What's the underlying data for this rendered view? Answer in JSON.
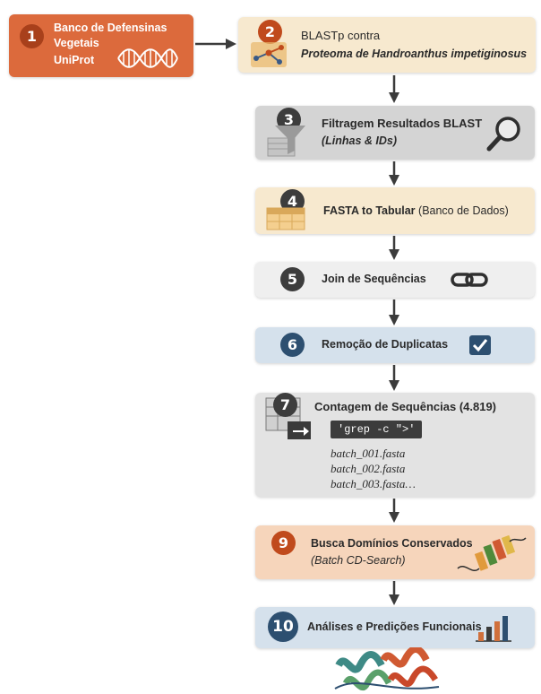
{
  "steps": {
    "s1": {
      "number": "1",
      "line1": "Banco de Defensinas",
      "line2": "Vegetais",
      "line3": "UniProt"
    },
    "s2": {
      "number": "2",
      "line1": "BLASTp contra",
      "line2": "Proteoma de Handroanthus impetiginosus"
    },
    "s3": {
      "number": "3",
      "line1": "Filtragem Resultados BLAST",
      "line2": "(Linhas & IDs)"
    },
    "s4": {
      "number": "4",
      "title": "FASTA to Tabular",
      "subtitle": "(Banco de Dados)"
    },
    "s5": {
      "number": "5",
      "title": "Join de Sequências"
    },
    "s6": {
      "number": "6",
      "title": "Remoção de Duplicatas"
    },
    "s7": {
      "number": "7",
      "title": "Contagem de Sequências (4.819)",
      "command": "'grep -c \">'",
      "files": [
        "batch_001.fasta",
        "batch_002.fasta",
        "batch_003.fasta…"
      ]
    },
    "s9": {
      "number": "9",
      "line1": "Busca Domínios Conservados",
      "line2": "(Batch CD-Search)"
    },
    "s10": {
      "number": "10",
      "title": "Análises e Predições Funcionais"
    }
  },
  "icons": [
    "dna-icon",
    "network-icon",
    "funnel-icon",
    "magnifier-icon",
    "table-icon",
    "link-icon",
    "checkbox-icon",
    "stack-icon",
    "protein-icon",
    "bar-chart-icon",
    "protein-structure-icon"
  ],
  "colors": {
    "orange_box": "#dc6a3c",
    "cream_box": "#f7e9cf",
    "gray_box": "#d4d4d4",
    "light_box": "#efefef",
    "blue_box": "#d5e1ec",
    "peach_box": "#f6d5bb",
    "badge_dark": "#3d3d3d",
    "badge_blue": "#2d4f70",
    "badge_red": "#c04a1c"
  }
}
